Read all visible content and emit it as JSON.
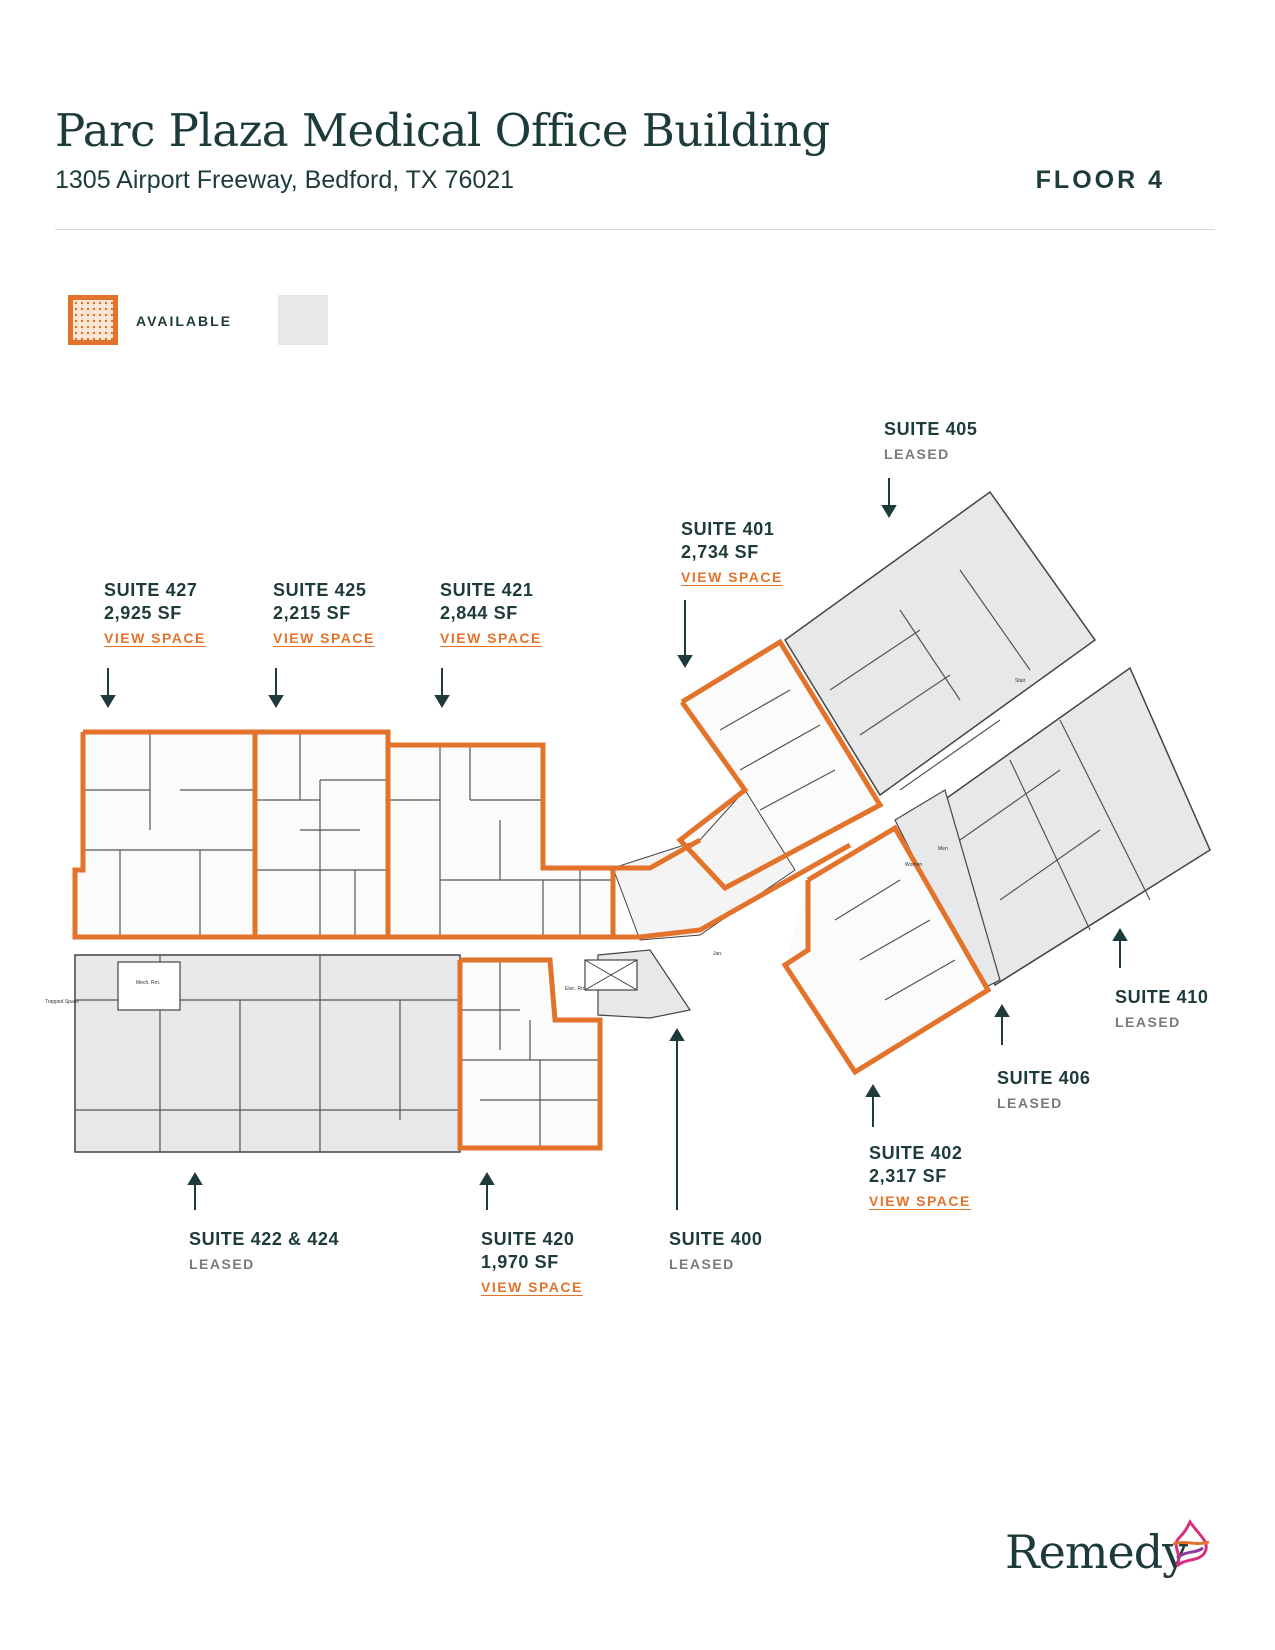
{
  "header": {
    "title": "Parc Plaza Medical Office Building",
    "address": "1305 Airport Freeway, Bedford, TX 76021",
    "floor": "FLOOR 4"
  },
  "legend": {
    "available_label": "AVAILABLE",
    "available_color": "#e3732b",
    "leased_color": "#e7e8ea"
  },
  "suites": {
    "s427": {
      "name": "SUITE 427",
      "area": "2,925 SF",
      "link": "VIEW SPACE"
    },
    "s425": {
      "name": "SUITE 425",
      "area": "2,215 SF",
      "link": "VIEW SPACE"
    },
    "s421": {
      "name": "SUITE 421",
      "area": "2,844 SF",
      "link": "VIEW SPACE"
    },
    "s401": {
      "name": "SUITE 401",
      "area": "2,734 SF",
      "link": "VIEW SPACE"
    },
    "s405": {
      "name": "SUITE 405",
      "status": "LEASED"
    },
    "s410": {
      "name": "SUITE 410",
      "status": "LEASED"
    },
    "s406": {
      "name": "SUITE 406",
      "status": "LEASED"
    },
    "s402": {
      "name": "SUITE 402",
      "area": "2,317 SF",
      "link": "VIEW SPACE"
    },
    "s422": {
      "name": "SUITE 422 & 424",
      "status": "LEASED"
    },
    "s420": {
      "name": "SUITE 420",
      "area": "1,970 SF",
      "link": "VIEW SPACE"
    },
    "s400": {
      "name": "SUITE 400",
      "status": "LEASED"
    }
  },
  "plan_labels": {
    "mech": "Mech. Rm.",
    "trapped": "Trapped Space",
    "stair": "Stair",
    "elec": "Elec. Rm.",
    "jan": "Jan.",
    "women": "Women",
    "men": "Men"
  },
  "brand": {
    "name": "Remedy",
    "mark_colors": [
      "#e3732b",
      "#d6307f",
      "#8e3b9c"
    ]
  }
}
